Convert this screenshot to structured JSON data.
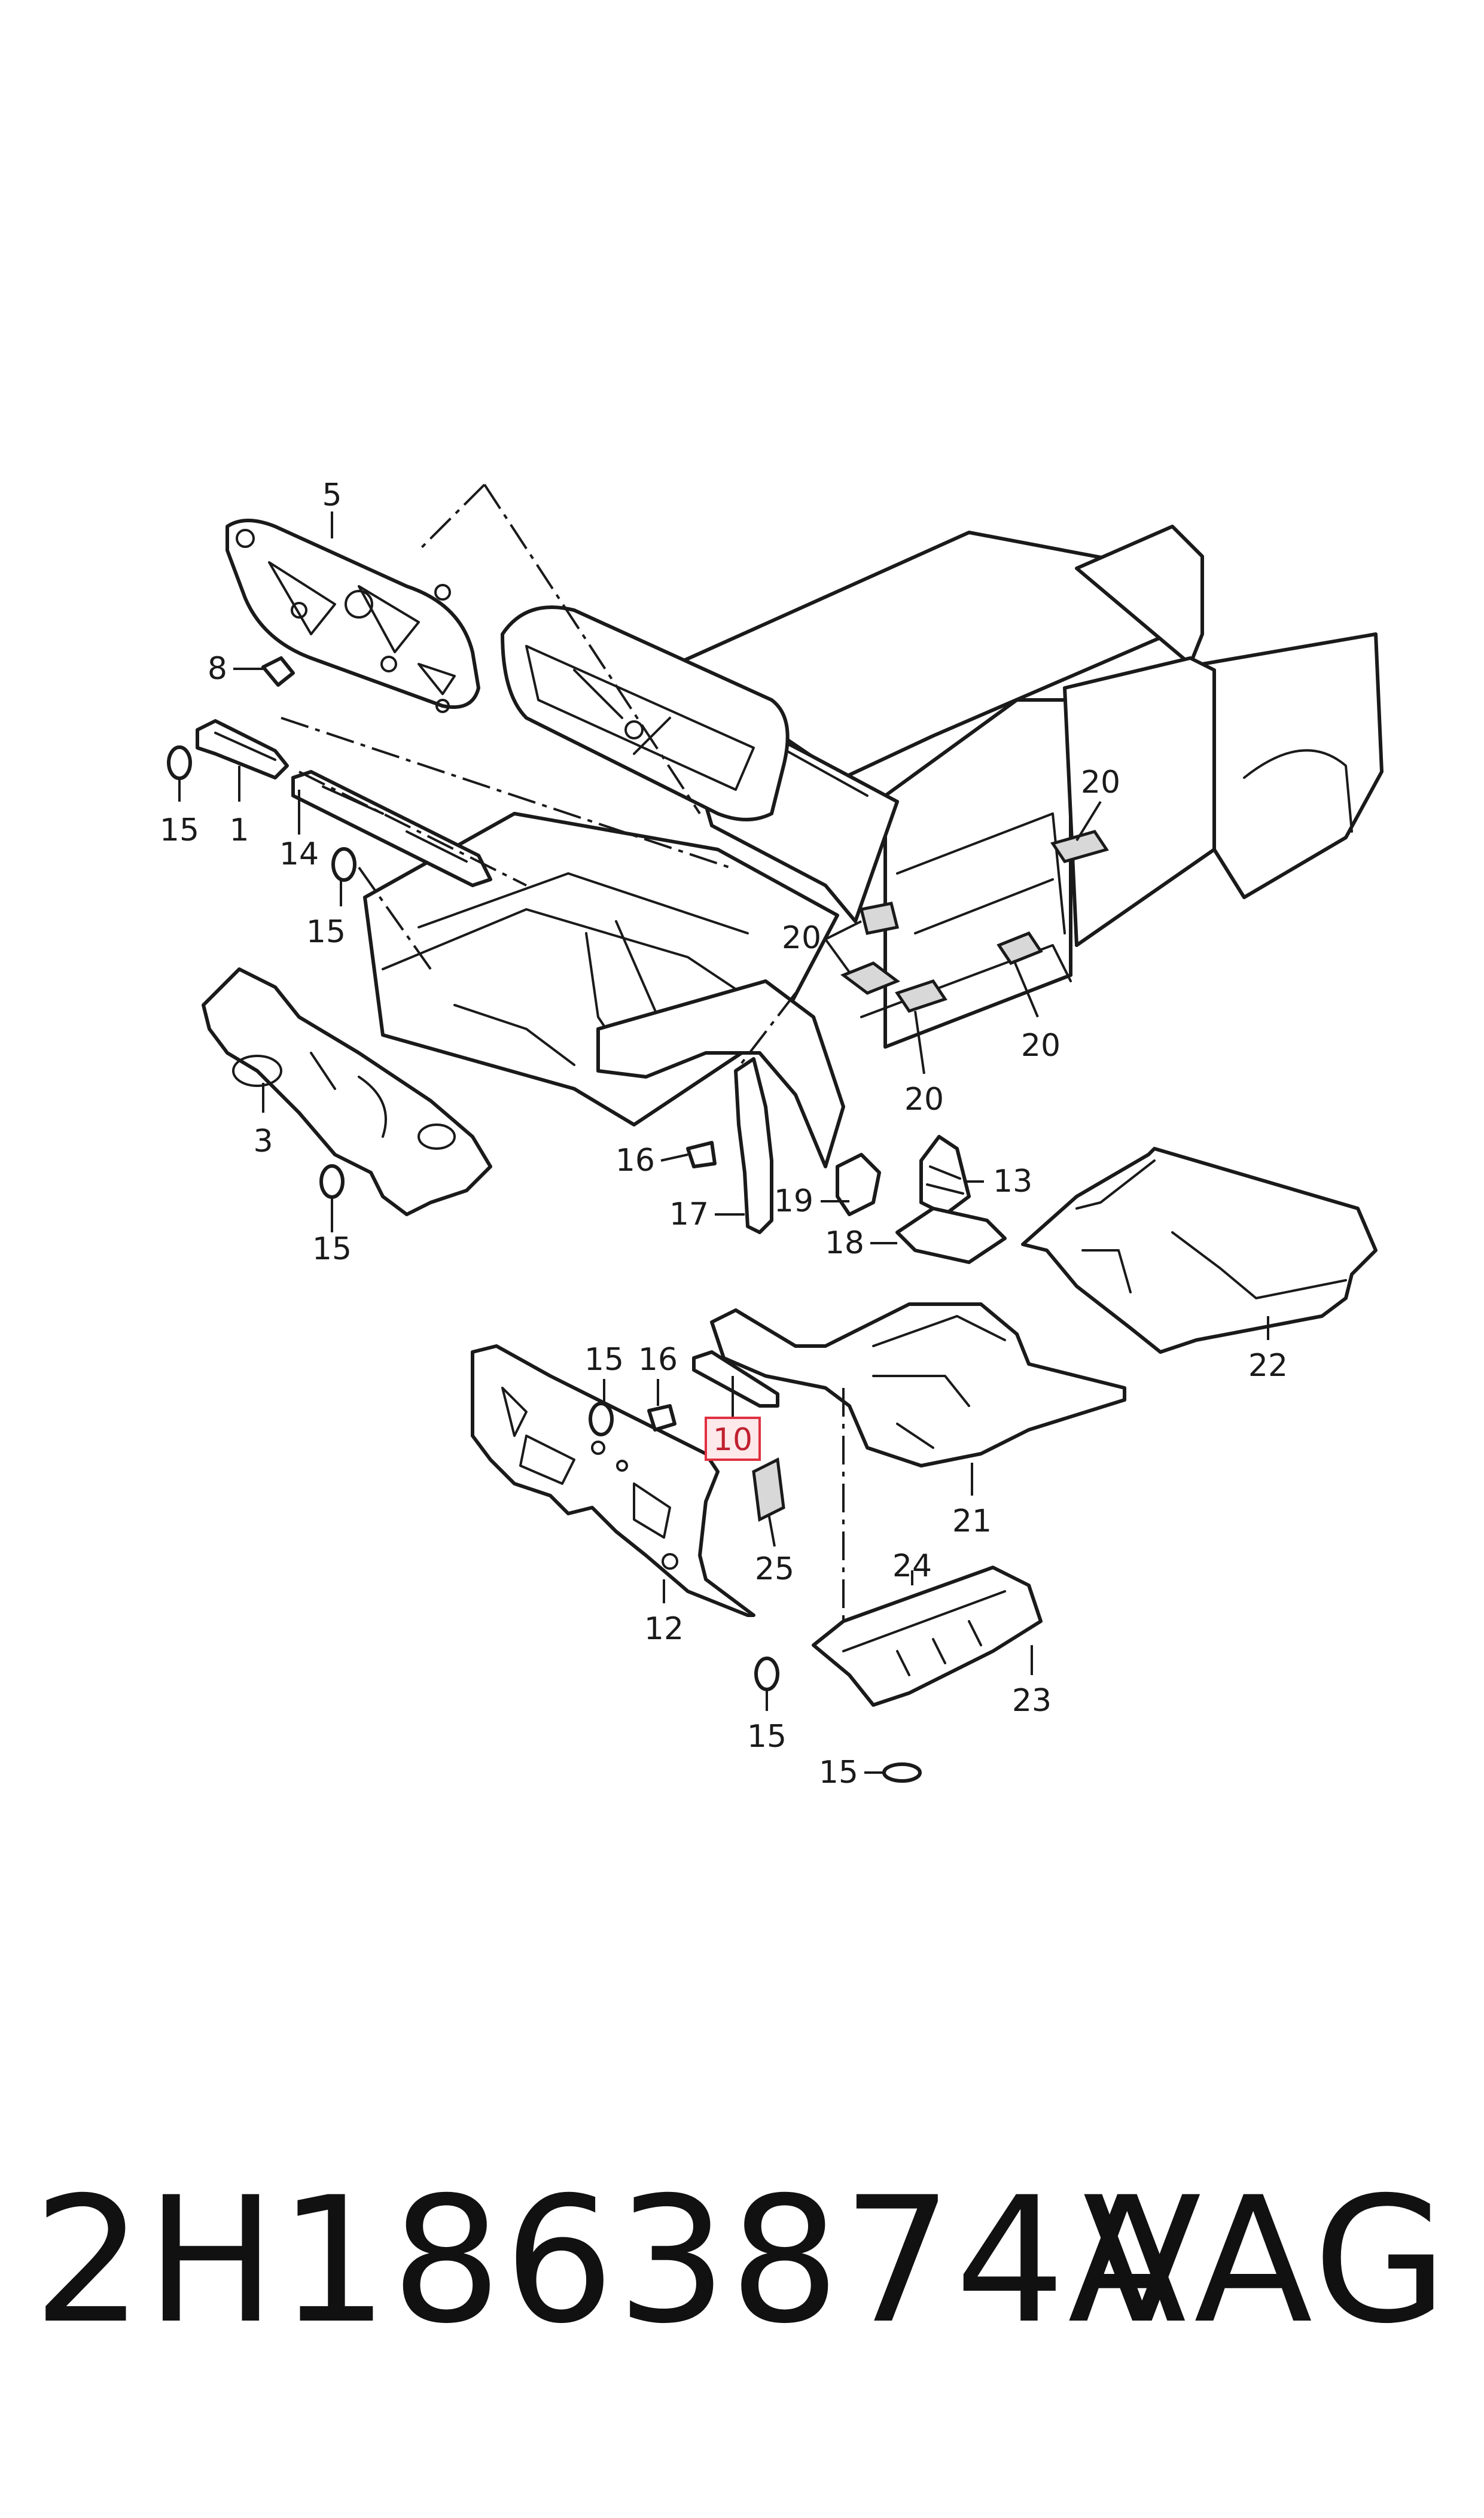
{
  "diagram": {
    "callouts": [
      {
        "id": "c5",
        "text": "5"
      },
      {
        "id": "c8",
        "text": "8"
      },
      {
        "id": "c15a",
        "text": "15"
      },
      {
        "id": "c1",
        "text": "1"
      },
      {
        "id": "c14",
        "text": "14"
      },
      {
        "id": "c15b",
        "text": "15"
      },
      {
        "id": "c3",
        "text": "3"
      },
      {
        "id": "c15c",
        "text": "15"
      },
      {
        "id": "c20a",
        "text": "20"
      },
      {
        "id": "c20b",
        "text": "20"
      },
      {
        "id": "c20c",
        "text": "20"
      },
      {
        "id": "c20d",
        "text": "20"
      },
      {
        "id": "c16a",
        "text": "16"
      },
      {
        "id": "c17",
        "text": "17"
      },
      {
        "id": "c19",
        "text": "19"
      },
      {
        "id": "c13",
        "text": "13"
      },
      {
        "id": "c18",
        "text": "18"
      },
      {
        "id": "c22",
        "text": "22"
      },
      {
        "id": "c15d",
        "text": "15"
      },
      {
        "id": "c16b",
        "text": "16"
      },
      {
        "id": "c10",
        "text": "10",
        "highlighted": true
      },
      {
        "id": "c25",
        "text": "25"
      },
      {
        "id": "c12",
        "text": "12"
      },
      {
        "id": "c21",
        "text": "21"
      },
      {
        "id": "c24",
        "text": "24"
      },
      {
        "id": "c23",
        "text": "23"
      },
      {
        "id": "c15e",
        "text": "15"
      },
      {
        "id": "c15f",
        "text": "15"
      }
    ],
    "highlight_color": "#e0303f"
  },
  "footer": {
    "part_number": "2H1863874A",
    "brand": "VAG"
  }
}
